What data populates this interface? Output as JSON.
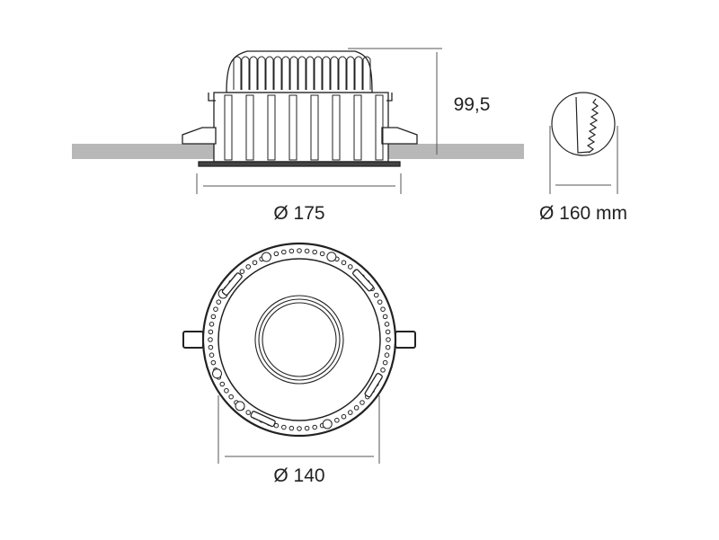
{
  "dimensions": {
    "height": "99,5",
    "outer_diameter": "Ø 175",
    "cutout_diameter": "Ø 160 mm",
    "inner_diameter": "Ø 140"
  },
  "colors": {
    "line": "#222222",
    "ceiling": "#b8b8b8",
    "dim": "#555555"
  }
}
